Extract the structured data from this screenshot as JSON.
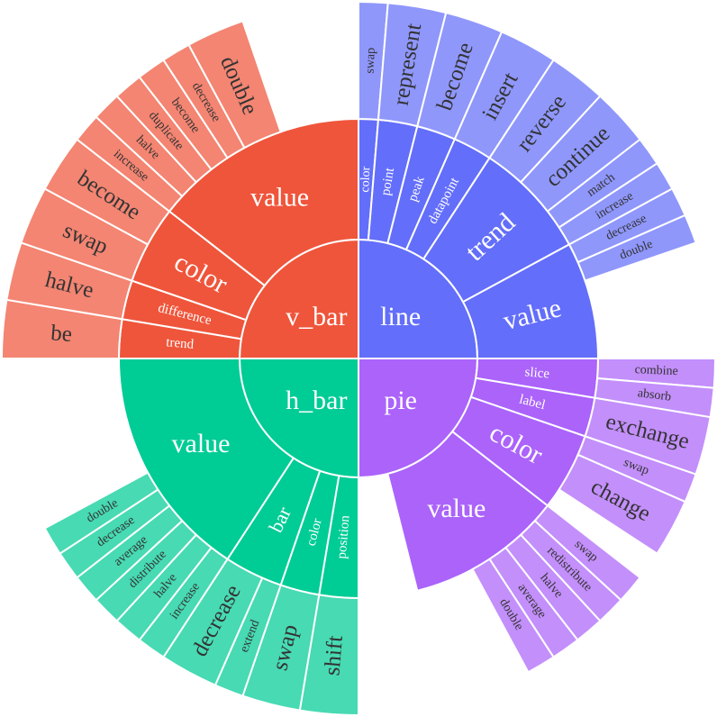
{
  "chart_data": {
    "type": "sunburst",
    "title": "",
    "colors": {
      "line": "#636efa",
      "pie": "#ab63fa",
      "h_bar": "#00cc96",
      "v_bar": "#ef553b"
    },
    "root": [
      {
        "name": "line",
        "value": 19,
        "children": [
          {
            "name": "color",
            "value": 1,
            "children": [
              {
                "name": "swap",
                "value": 1
              }
            ]
          },
          {
            "name": "point",
            "value": 2,
            "children": [
              {
                "name": "represent",
                "value": 2
              }
            ]
          },
          {
            "name": "peak",
            "value": 2,
            "children": [
              {
                "name": "become",
                "value": 2
              }
            ]
          },
          {
            "name": "datapoint",
            "value": 2,
            "children": [
              {
                "name": "insert",
                "value": 2
              }
            ]
          },
          {
            "name": "trend",
            "value": 6,
            "children": [
              {
                "name": "reverse",
                "value": 2
              },
              {
                "name": "continue",
                "value": 2
              },
              {
                "name": "match",
                "value": 1
              },
              {
                "name": "increase",
                "value": 1
              }
            ]
          },
          {
            "name": "value",
            "value": 6,
            "children": [
              {
                "name": "decrease",
                "value": 1
              },
              {
                "name": "double",
                "value": 1
              }
            ]
          }
        ]
      },
      {
        "name": "pie",
        "value": 19,
        "children": [
          {
            "name": "slice",
            "value": 2,
            "children": [
              {
                "name": "combine",
                "value": 1
              },
              {
                "name": "absorb",
                "value": 1
              }
            ]
          },
          {
            "name": "label",
            "value": 2,
            "children": [
              {
                "name": "exchange",
                "value": 2
              }
            ]
          },
          {
            "name": "color",
            "value": 4,
            "children": [
              {
                "name": "swap",
                "value": 1
              },
              {
                "name": "change",
                "value": 2
              }
            ]
          },
          {
            "name": "value",
            "value": 8,
            "children": [
              {
                "name": "swap",
                "value": 1
              },
              {
                "name": "redistribute",
                "value": 1
              },
              {
                "name": "halve",
                "value": 1
              },
              {
                "name": "average",
                "value": 1
              },
              {
                "name": "double",
                "value": 1
              }
            ]
          }
        ]
      },
      {
        "name": "h_bar",
        "value": 19,
        "children": [
          {
            "name": "position",
            "value": 2,
            "children": [
              {
                "name": "shift",
                "value": 2
              }
            ]
          },
          {
            "name": "color",
            "value": 2,
            "children": [
              {
                "name": "swap",
                "value": 2
              }
            ]
          },
          {
            "name": "bar",
            "value": 3,
            "children": [
              {
                "name": "extend",
                "value": 1
              },
              {
                "name": "decrease",
                "value": 2
              }
            ]
          },
          {
            "name": "value",
            "value": 12,
            "children": [
              {
                "name": "increase",
                "value": 1
              },
              {
                "name": "halve",
                "value": 1
              },
              {
                "name": "distribute",
                "value": 1
              },
              {
                "name": "average",
                "value": 1
              },
              {
                "name": "decrease",
                "value": 1
              },
              {
                "name": "double",
                "value": 1
              }
            ]
          }
        ]
      },
      {
        "name": "v_bar",
        "value": 19,
        "children": [
          {
            "name": "trend",
            "value": 2,
            "children": [
              {
                "name": "be",
                "value": 2
              }
            ]
          },
          {
            "name": "difference",
            "value": 2,
            "children": [
              {
                "name": "halve",
                "value": 2
              }
            ]
          },
          {
            "name": "color",
            "value": 4,
            "children": [
              {
                "name": "swap",
                "value": 2
              },
              {
                "name": "become",
                "value": 2
              }
            ]
          },
          {
            "name": "value",
            "value": 11,
            "children": [
              {
                "name": "increase",
                "value": 1
              },
              {
                "name": "halve",
                "value": 1
              },
              {
                "name": "duplicate",
                "value": 1
              },
              {
                "name": "become",
                "value": 1
              },
              {
                "name": "decrease",
                "value": 1
              },
              {
                "name": "double",
                "value": 2
              }
            ]
          }
        ]
      }
    ]
  }
}
